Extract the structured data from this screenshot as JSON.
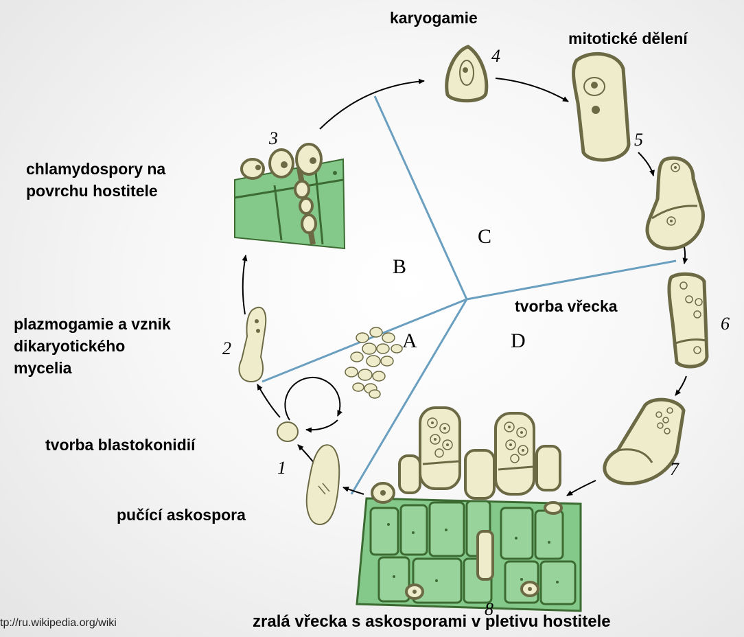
{
  "labels": {
    "karyogamie": "karyogamie",
    "mitoticke_deleni": "mitotické dělení",
    "chlamydospory": [
      "chlamydospory na",
      "povrchu hostitele"
    ],
    "plazmogamie": [
      "plazmogamie a vznik",
      "dikaryotického",
      "mycelia"
    ],
    "tvorba_blastokonidii": "tvorba blastokonidií",
    "pucici_askospora": "pučící askospora",
    "tvorba_vrecka": "tvorba vřecka",
    "zrala_vrecka": "zralá vřecka s askosporami v pletivu hostitele"
  },
  "stage_numbers": [
    "1",
    "2",
    "3",
    "4",
    "5",
    "6",
    "7",
    "8"
  ],
  "sections": [
    "A",
    "B",
    "C",
    "D"
  ],
  "source": "tp://ru.wikipedia.org/wiki",
  "colors": {
    "cell_fill": "#efeccb",
    "cell_wall": "#6b6a45",
    "tissue_green": "#85c98a",
    "tissue_dark": "#3c6b32",
    "divider_blue": "#6a9fc0"
  }
}
